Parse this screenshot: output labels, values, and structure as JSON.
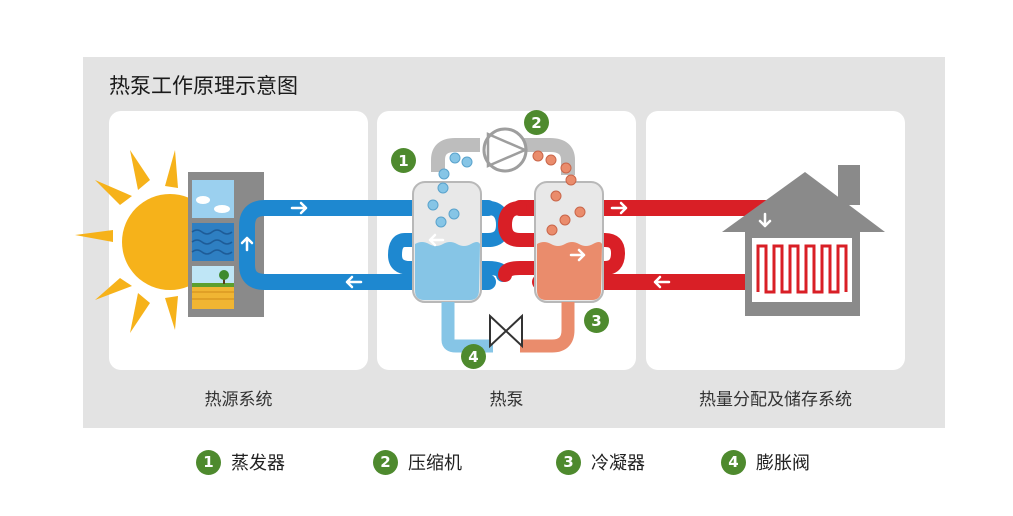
{
  "title": "热泵工作原理示意图",
  "sections": [
    {
      "label": "热源系统"
    },
    {
      "label": "热泵"
    },
    {
      "label": "热量分配及储存系统"
    }
  ],
  "badges": [
    "1",
    "2",
    "3",
    "4"
  ],
  "legend": [
    {
      "num": "1",
      "label": "蒸发器"
    },
    {
      "num": "2",
      "label": "压缩机"
    },
    {
      "num": "3",
      "label": "冷凝器"
    },
    {
      "num": "4",
      "label": "膨胀阀"
    }
  ],
  "colors": {
    "cold_pipe": "#1e88d0",
    "hot_pipe": "#d91f26",
    "badge": "#4e8a2e",
    "evaporator_fill": "#86c5e6",
    "condenser_fill": "#ea8c6c",
    "sun": "#f6b21a"
  }
}
